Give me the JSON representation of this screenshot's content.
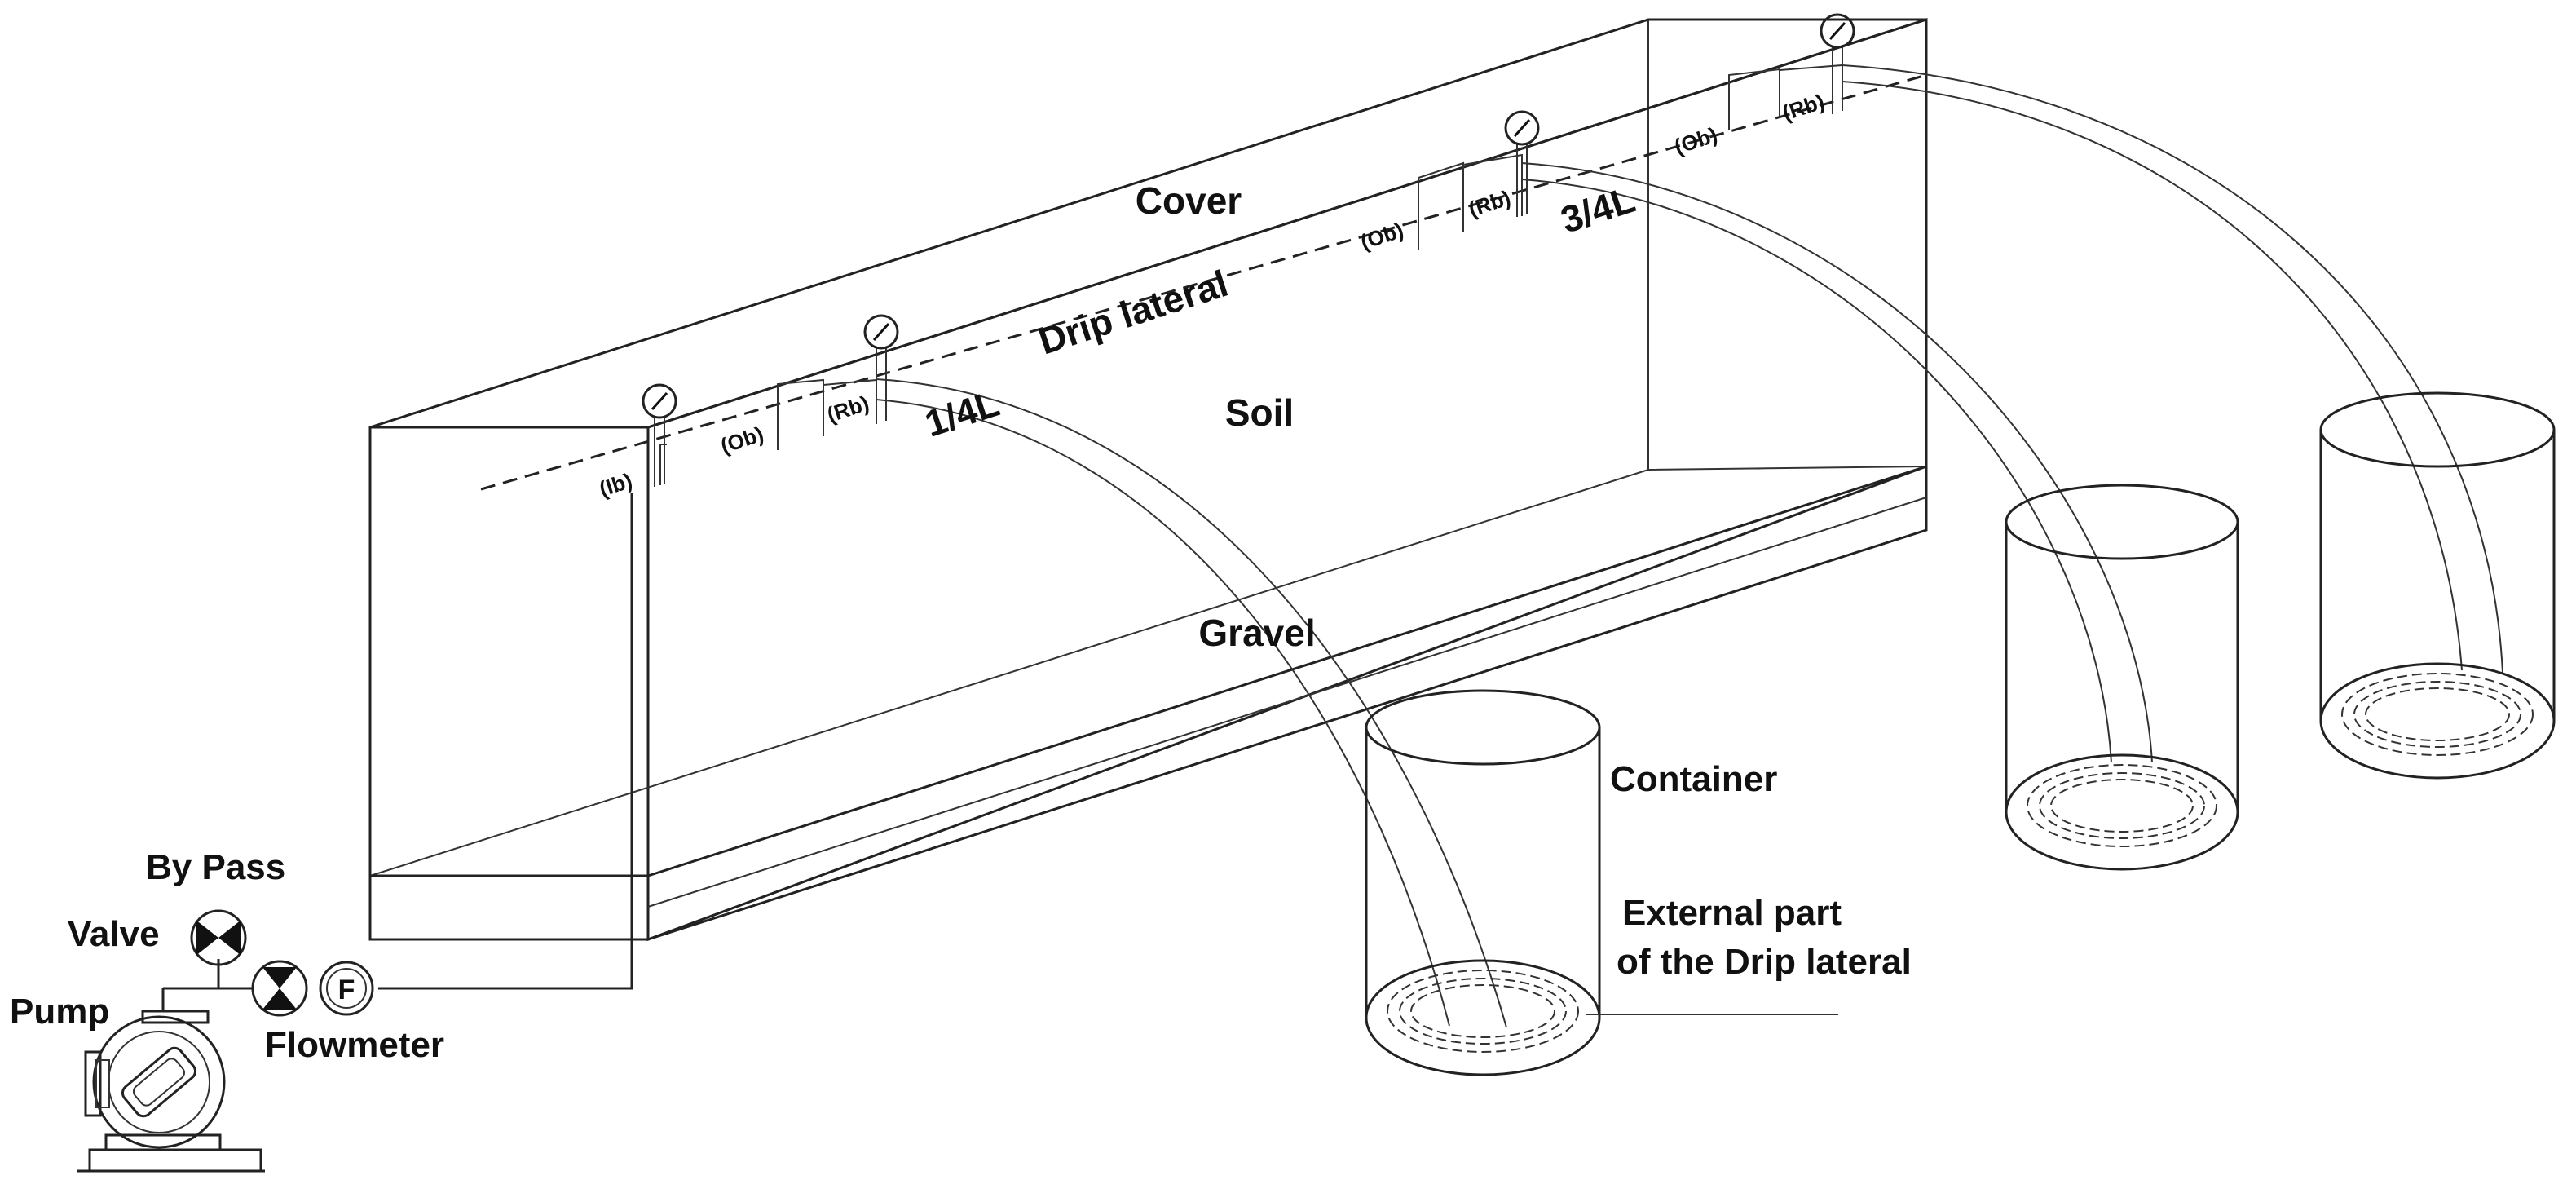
{
  "layers": {
    "cover": "Cover",
    "soil": "Soil",
    "gravel": "Gravel",
    "drip_lateral": "Drip lateral"
  },
  "positions": {
    "quarter": "1/4L",
    "three_quarter": "3/4L"
  },
  "points": {
    "ib": "(Ib)",
    "ob1": "(Ob)",
    "rb1": "(Rb)",
    "ob2": "(Ob)",
    "rb2": "(Rb)",
    "ob3": "(Ob)",
    "rb3": "(Rb)"
  },
  "equipment": {
    "bypass": "By Pass",
    "valve": "Valve",
    "pump": "Pump",
    "flowmeter": "Flowmeter",
    "flowmeter_symbol": "F",
    "container": "Container",
    "external_part_line1": "External part",
    "external_part_line2": "of the Drip lateral"
  },
  "colors": {
    "cover": "#b3b3b3",
    "soil": "#f2f2f2",
    "gravel": "#d6d6d6",
    "line": "#222222"
  }
}
